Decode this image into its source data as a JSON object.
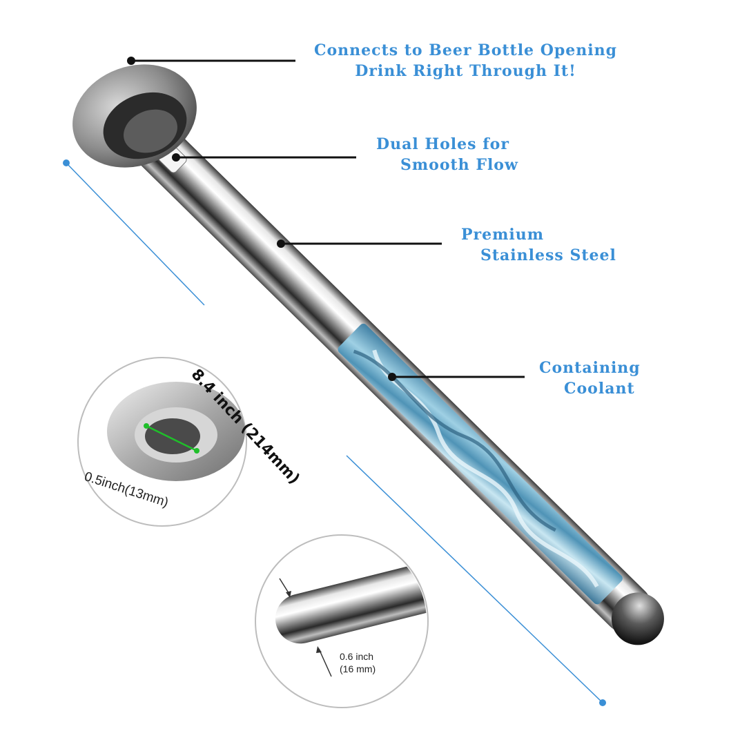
{
  "callouts": {
    "opening": {
      "line1": "Connects to Beer Bottle Opening",
      "line2": "Drink Right Through It!"
    },
    "holes": {
      "line1": "Dual Holes for",
      "line2": "Smooth Flow"
    },
    "steel": {
      "line1": "Premium",
      "line2": "Stainless Steel"
    },
    "coolant": {
      "line1": "Containing",
      "line2": "Coolant"
    }
  },
  "dimensions": {
    "length": "8.4 inch (214mm)",
    "opening_diameter": "0.5inch(13mm)",
    "tube_diameter_line1": "0.6 inch",
    "tube_diameter_line2": "(16 mm)"
  },
  "colors": {
    "callout_text": "#3a8fd6",
    "dimension_line": "#3a8fd6",
    "coolant": "#5aa0bf"
  }
}
